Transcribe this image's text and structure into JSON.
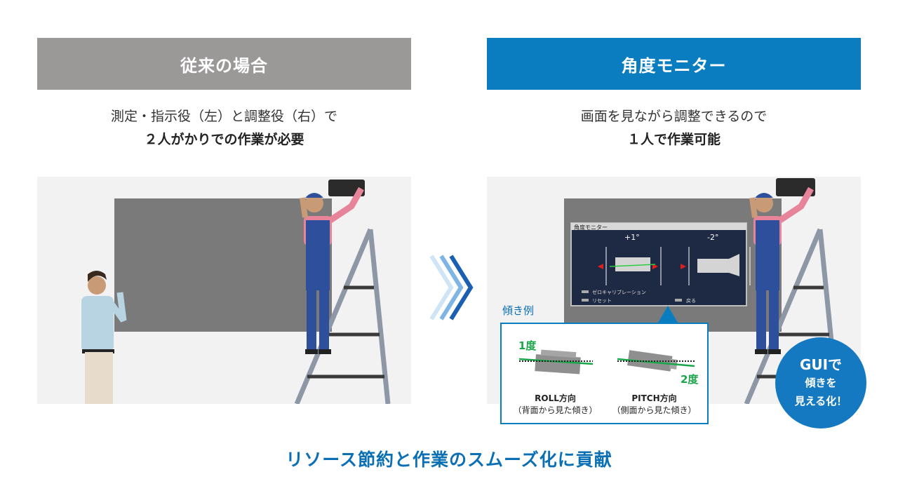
{
  "left": {
    "header": "従来の場合",
    "line1": "測定・指示役（左）と調整役（右）で",
    "line2": "２人がかりでの作業が必要"
  },
  "right": {
    "header": "角度モニター",
    "line1": "画面を見ながら調整できるので",
    "line2": "１人で作業可能"
  },
  "monitor_ui": {
    "title": "角度モニター",
    "roll_value": "+1°",
    "pitch_value": "-2°",
    "option1": "ゼロキャリブレーション",
    "option2": "リセット",
    "option3": "戻る"
  },
  "example": {
    "title": "傾き例",
    "roll_deg": "1度",
    "pitch_deg": "2度",
    "roll_label": "ROLL方向",
    "roll_sub": "（背面から見た傾き）",
    "pitch_label": "PITCH方向",
    "pitch_sub": "（側面から見た傾き）"
  },
  "badge": {
    "line1": "GUIで",
    "line2": "傾きを",
    "line3": "見える化！"
  },
  "footer": "リソース節約と作業のスムーズ化に貢献",
  "colors": {
    "gray_header": "#9b9898",
    "blue_header": "#0a7dc0",
    "footer_text": "#0a6fb5",
    "green_tilt": "#1aa64a"
  }
}
